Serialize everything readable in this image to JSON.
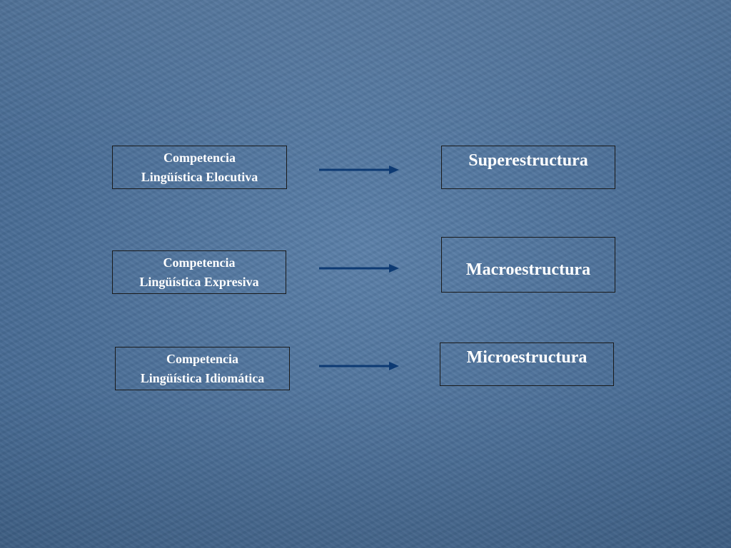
{
  "colors": {
    "background": "#4a6d95",
    "text": "#ffffff",
    "box_border": "#1a1a1a",
    "arrow": "#0d3a73"
  },
  "rows": [
    {
      "left": {
        "line1": "Competencia",
        "line2": "Lingüística Elocutiva"
      },
      "right": "Superestructura"
    },
    {
      "left": {
        "line1": "Competencia",
        "line2": "Lingüística Expresiva"
      },
      "right": "Macroestructura"
    },
    {
      "left": {
        "line1": "Competencia",
        "line2": "Lingüística Idiomática"
      },
      "right": "Microestructura"
    }
  ]
}
